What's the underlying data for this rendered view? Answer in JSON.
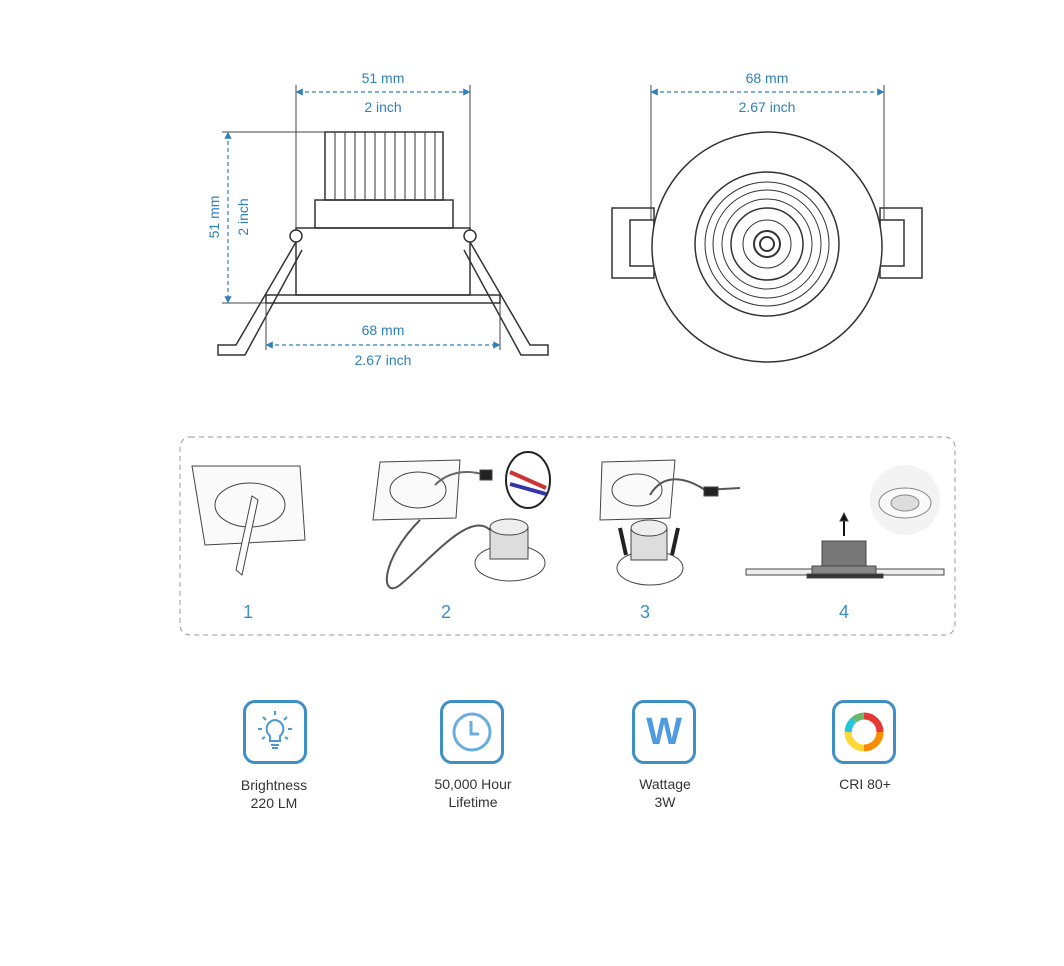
{
  "side_view": {
    "top_width_mm": "51 mm",
    "top_width_in": "2 inch",
    "height_mm": "51 mm",
    "height_in": "2 inch",
    "bottom_width_mm": "68 mm",
    "bottom_width_in": "2.67 inch"
  },
  "front_view": {
    "width_mm": "68 mm",
    "width_in": "2.67 inch"
  },
  "steps": [
    "1",
    "2",
    "3",
    "4"
  ],
  "features": [
    {
      "icon": "lightbulb-icon",
      "line1": "Brightness",
      "line2": "220 LM"
    },
    {
      "icon": "clock-icon",
      "line1": "50,000 Hour",
      "line2": "Lifetime"
    },
    {
      "icon": "w-letter-icon",
      "line1": "Wattage",
      "line2": "3W"
    },
    {
      "icon": "color-ring-icon",
      "line1": "CRI 80+",
      "line2": ""
    }
  ],
  "colors": {
    "accent": "#3d8fc6",
    "dimension": "#2f7fb8",
    "line": "#333333"
  }
}
